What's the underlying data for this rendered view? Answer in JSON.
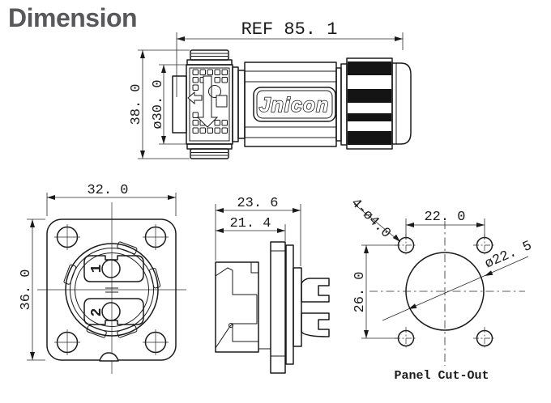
{
  "title": "Dimension",
  "colors": {
    "line": "#1b1b1b",
    "title": "#58585a",
    "background": "#ffffff"
  },
  "plug_view": {
    "ref_length": "REF 85. 1",
    "height": "38. 0",
    "front_diameter": "ø30. 0",
    "logo": "Jnicon"
  },
  "receptacle_front_view": {
    "width": "32. 0",
    "height": "36. 0",
    "pin1": "1",
    "pin2": "2"
  },
  "receptacle_side_view": {
    "total_depth": "23. 6",
    "front_depth": "21. 4"
  },
  "panel_cutout_view": {
    "caption": "Panel Cut-Out",
    "hole_spacing_horizontal": "22. 0",
    "hole_spacing_vertical": "26. 0",
    "mounting_holes": "4-ø4.0",
    "cutout_diameter": "ø22. 5"
  }
}
